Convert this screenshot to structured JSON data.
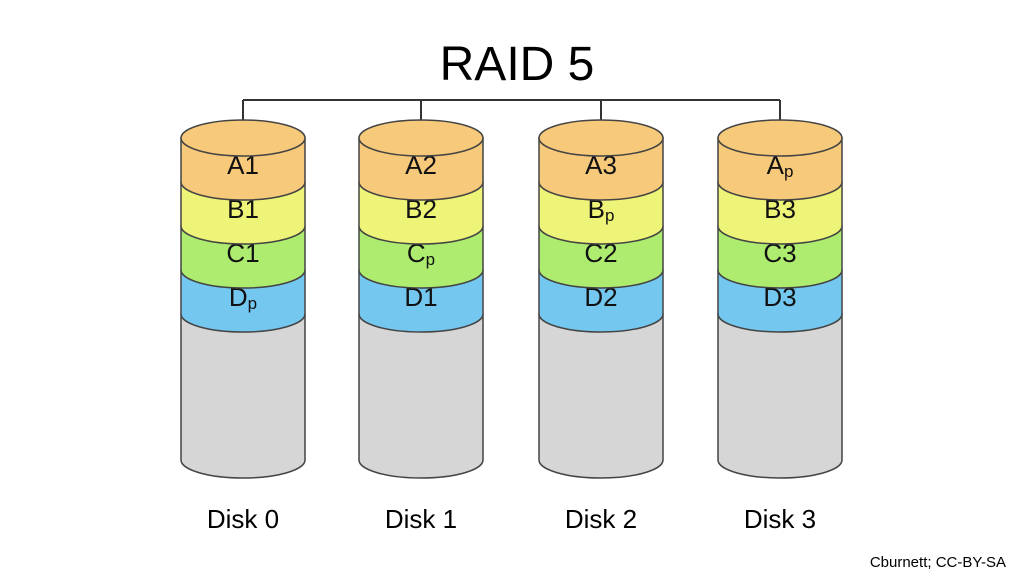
{
  "title": "RAID 5",
  "credit": "Cburnett; CC-BY-SA",
  "colors": {
    "A": "#f7c97a",
    "B": "#eef478",
    "C": "#aeec70",
    "D": "#74c8f0",
    "empty": "#d6d6d6",
    "outline": "#444444",
    "connector": "#333333"
  },
  "disks": [
    {
      "label": "Disk 0",
      "blocks": [
        {
          "row": "A",
          "main": "A",
          "sub": "1",
          "parity": false
        },
        {
          "row": "B",
          "main": "B",
          "sub": "1",
          "parity": false
        },
        {
          "row": "C",
          "main": "C",
          "sub": "1",
          "parity": false
        },
        {
          "row": "D",
          "main": "D",
          "sub": "p",
          "parity": true
        }
      ]
    },
    {
      "label": "Disk 1",
      "blocks": [
        {
          "row": "A",
          "main": "A",
          "sub": "2",
          "parity": false
        },
        {
          "row": "B",
          "main": "B",
          "sub": "2",
          "parity": false
        },
        {
          "row": "C",
          "main": "C",
          "sub": "p",
          "parity": true
        },
        {
          "row": "D",
          "main": "D",
          "sub": "1",
          "parity": false
        }
      ]
    },
    {
      "label": "Disk 2",
      "blocks": [
        {
          "row": "A",
          "main": "A",
          "sub": "3",
          "parity": false
        },
        {
          "row": "B",
          "main": "B",
          "sub": "p",
          "parity": true
        },
        {
          "row": "C",
          "main": "C",
          "sub": "2",
          "parity": false
        },
        {
          "row": "D",
          "main": "D",
          "sub": "2",
          "parity": false
        }
      ]
    },
    {
      "label": "Disk 3",
      "blocks": [
        {
          "row": "A",
          "main": "A",
          "sub": "p",
          "parity": true
        },
        {
          "row": "B",
          "main": "B",
          "sub": "3",
          "parity": false
        },
        {
          "row": "C",
          "main": "C",
          "sub": "3",
          "parity": false
        },
        {
          "row": "D",
          "main": "D",
          "sub": "3",
          "parity": false
        }
      ]
    }
  ]
}
